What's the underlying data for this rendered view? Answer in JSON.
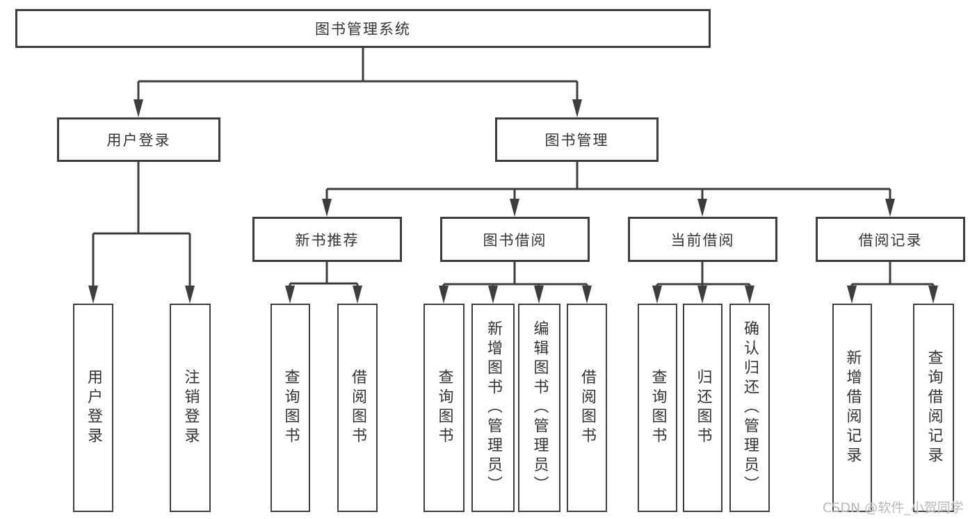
{
  "diagram_title": "图书管理系统",
  "nodes": {
    "root": {
      "label": "图书管理系统"
    },
    "userLogin": {
      "label": "用户登录"
    },
    "bookMgmt": {
      "label": "图书管理"
    },
    "newBooks": {
      "label": "新书推荐"
    },
    "bookBorrow": {
      "label": "图书借阅"
    },
    "currentBorrow": {
      "label": "当前借阅"
    },
    "borrowRecords": {
      "label": "借阅记录"
    },
    "uUserLogin": {
      "label": "用户登录"
    },
    "uLogout": {
      "label": "注销登录"
    },
    "nQuery": {
      "label": "查询图书"
    },
    "nBorrow": {
      "label": "借阅图书"
    },
    "bQuery": {
      "label": "查询图书"
    },
    "bAdd": {
      "label": "新增图书（管理员）"
    },
    "bEdit": {
      "label": "编辑图书（管理员）"
    },
    "bBorrow": {
      "label": "借阅图书"
    },
    "cQuery": {
      "label": "查询图书"
    },
    "cReturn": {
      "label": "归还图书"
    },
    "cConfirm": {
      "label": "确认归还（管理员）"
    },
    "rAdd": {
      "label": "新增借阅记录"
    },
    "rQuery": {
      "label": "查询借阅记录"
    }
  },
  "hierarchy": {
    "图书管理系统": {
      "用户登录": [
        "用户登录",
        "注销登录"
      ],
      "图书管理": {
        "新书推荐": [
          "查询图书",
          "借阅图书"
        ],
        "图书借阅": [
          "查询图书",
          "新增图书（管理员）",
          "编辑图书（管理员）",
          "借阅图书"
        ],
        "当前借阅": [
          "查询图书",
          "归还图书",
          "确认归还（管理员）"
        ],
        "借阅记录": [
          "新增借阅记录",
          "查询借阅记录"
        ]
      }
    }
  },
  "watermark": {
    "text": "CSDN @软件_小贺同学"
  },
  "colors": {
    "line": "#3d3d3d",
    "box_border": "#3d3d3d",
    "box_fill": "#ffffff",
    "text": "#333333",
    "watermark": "#b8b8b8",
    "background": "#ffffff"
  }
}
